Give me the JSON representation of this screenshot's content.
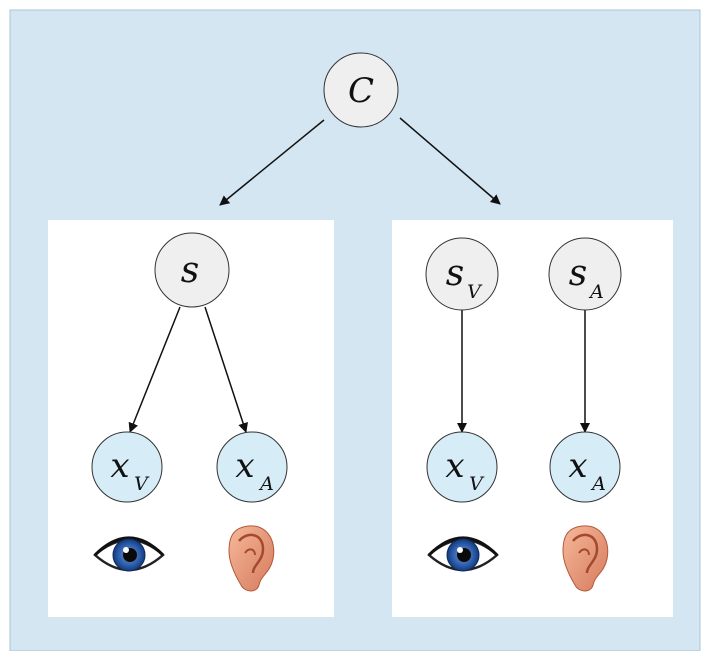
{
  "colors": {
    "outer_background": "#d3e6f2",
    "panel_background": "#ffffff",
    "latent_node_fill": "#efefef",
    "observed_node_fill": "#d6ecf7",
    "node_stroke": "#333333",
    "arrow": "#111111"
  },
  "nodes": {
    "cause": {
      "main": "C",
      "sub": ""
    },
    "left_s": {
      "main": "s",
      "sub": ""
    },
    "left_xv": {
      "main": "x",
      "sub": "V"
    },
    "left_xa": {
      "main": "x",
      "sub": "A"
    },
    "right_sv": {
      "main": "s",
      "sub": "V"
    },
    "right_sa": {
      "main": "s",
      "sub": "A"
    },
    "right_xv": {
      "main": "x",
      "sub": "V"
    },
    "right_xa": {
      "main": "x",
      "sub": "A"
    }
  },
  "icons": {
    "left_eye": "eye-icon",
    "left_ear": "ear-icon",
    "right_eye": "eye-icon",
    "right_ear": "ear-icon"
  }
}
